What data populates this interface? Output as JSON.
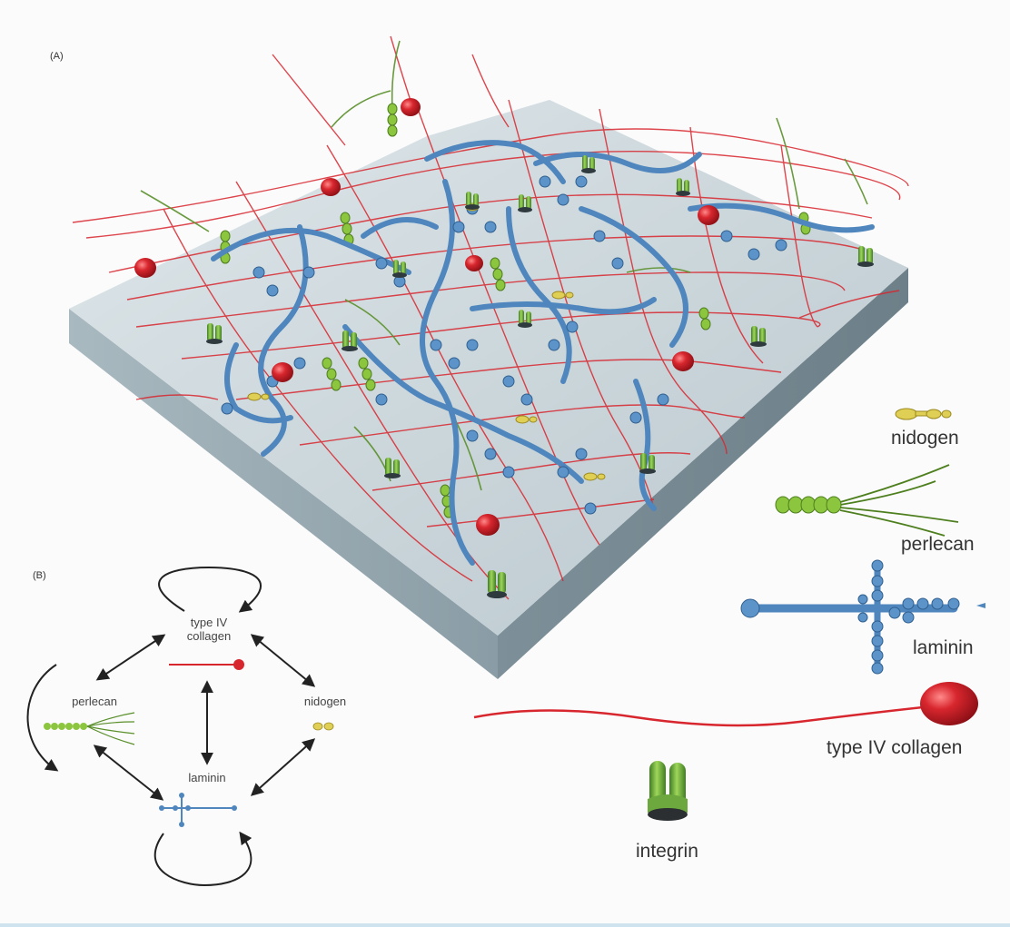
{
  "panels": {
    "a": "(A)",
    "b": "(B)"
  },
  "legend": {
    "nidogen": "nidogen",
    "perlecan": "perlecan",
    "laminin": "laminin",
    "collagen": "type IV collagen",
    "integrin": "integrin"
  },
  "network": {
    "collagen_line1": "type IV",
    "collagen_line2": "collagen",
    "perlecan": "perlecan",
    "nidogen": "nidogen",
    "laminin": "laminin"
  },
  "colors": {
    "collagen": "#d8262e",
    "laminin": "#4f86bd",
    "perlecan": "#8cc63f",
    "nidogen": "#d9c84a",
    "integrin": "#5fa63a",
    "slab_top": "#cbd7dc",
    "slab_side": "#8fa1aa"
  }
}
